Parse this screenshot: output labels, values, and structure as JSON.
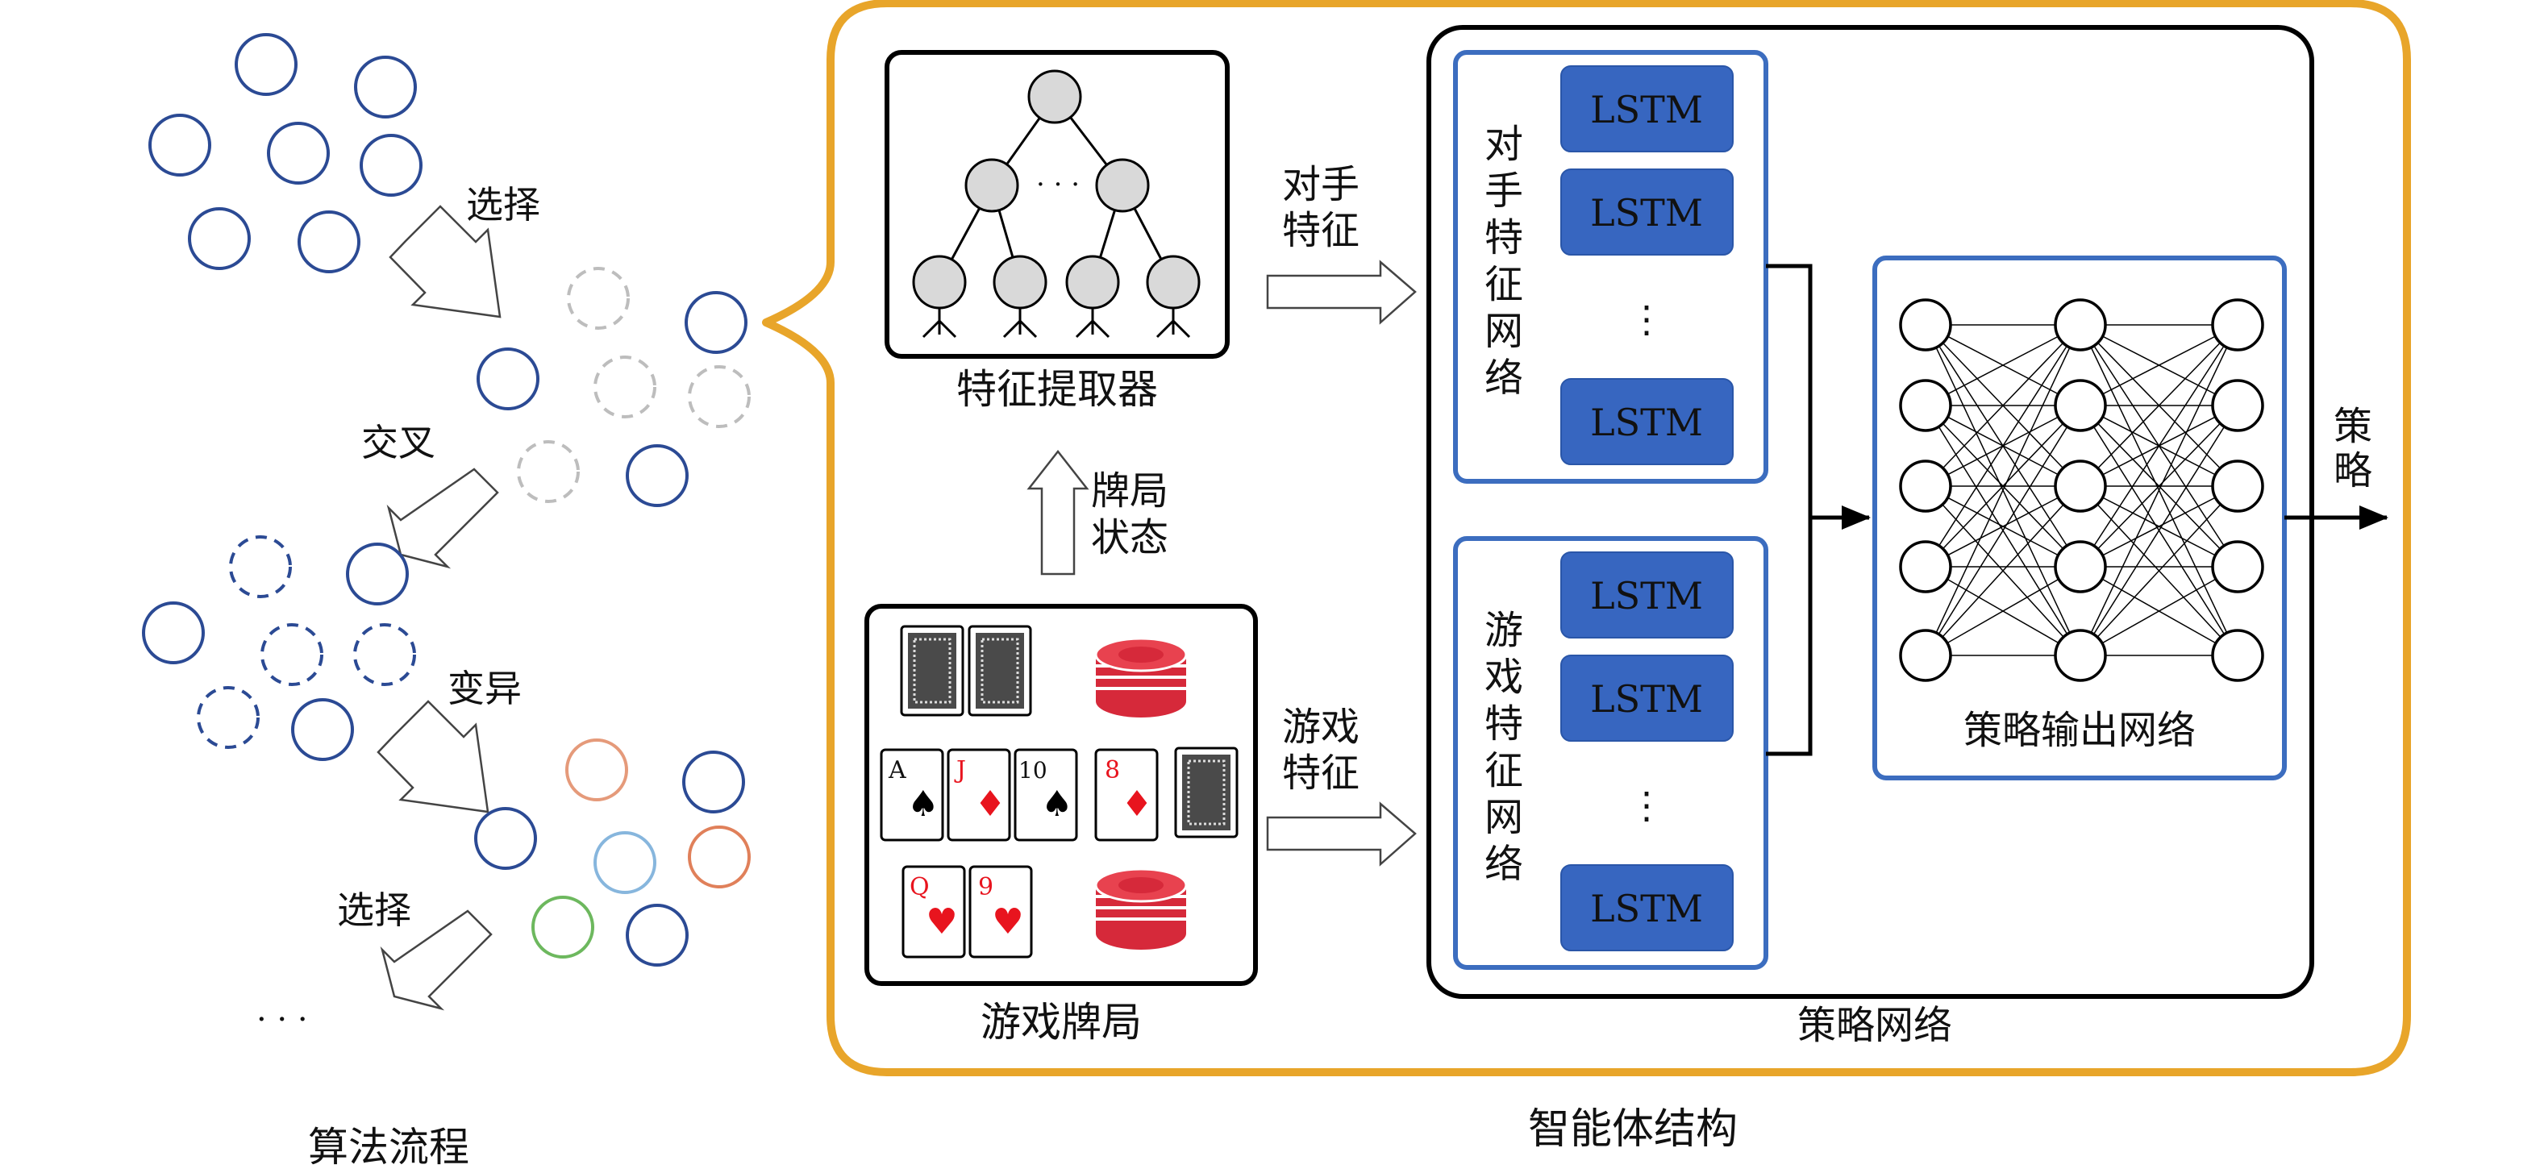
{
  "left": {
    "select1": "选择",
    "crossover": "交叉",
    "mutation": "变异",
    "select2": "选择",
    "ellipsis": "· · ·",
    "caption": "算法流程"
  },
  "feature_extractor": {
    "dots": "· · ·",
    "caption": "特征提取器"
  },
  "state_label": [
    "牌局",
    "状态"
  ],
  "opponent_feature_label": [
    "对手",
    "特征"
  ],
  "game_feature_label": [
    "游戏",
    "特征"
  ],
  "game_board": {
    "caption": "游戏牌局",
    "cards": [
      "A",
      "J",
      "10",
      "8",
      "Q",
      "9"
    ]
  },
  "opponent_net": {
    "title": [
      "对",
      "手",
      "特",
      "征",
      "网",
      "络"
    ],
    "lstm": [
      "LSTM",
      "LSTM",
      "LSTM"
    ],
    "ellipsis": "⋮"
  },
  "game_net": {
    "title": [
      "游",
      "戏",
      "特",
      "征",
      "网",
      "络"
    ],
    "lstm": [
      "LSTM",
      "LSTM",
      "LSTM"
    ],
    "ellipsis": "⋮"
  },
  "policy_output": {
    "caption": "策略输出网络"
  },
  "policy_label": [
    "策",
    "略"
  ],
  "policy_network_caption": "策略网络",
  "agent_caption": "智能体结构",
  "colors": {
    "navy": "#2B4A94",
    "orange": "#E8A52A",
    "lstm_fill": "#3766C0",
    "box_blue": "#3C6DBF",
    "salmon": "#E59A7A",
    "light_blue": "#87B6DD",
    "orange_red": "#E0805A",
    "green": "#6DB85E",
    "gray": "#BDBDBD",
    "chip_red": "#D6293A",
    "suit_red": "#E8141E"
  }
}
